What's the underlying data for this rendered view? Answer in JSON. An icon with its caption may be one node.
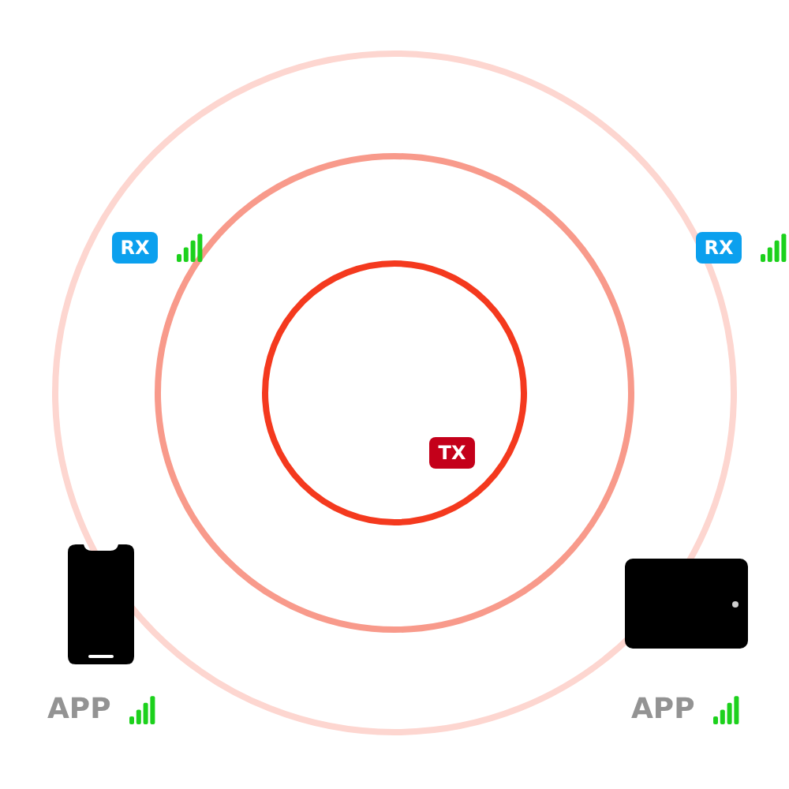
{
  "diagram": {
    "nodes": [
      {
        "text": [
          "RX"
        ]
      },
      {
        "text": [
          "RX"
        ]
      },
      {
        "text": [
          "TX"
        ]
      }
    ],
    "labels": [
      "APP",
      "APP"
    ]
  }
}
